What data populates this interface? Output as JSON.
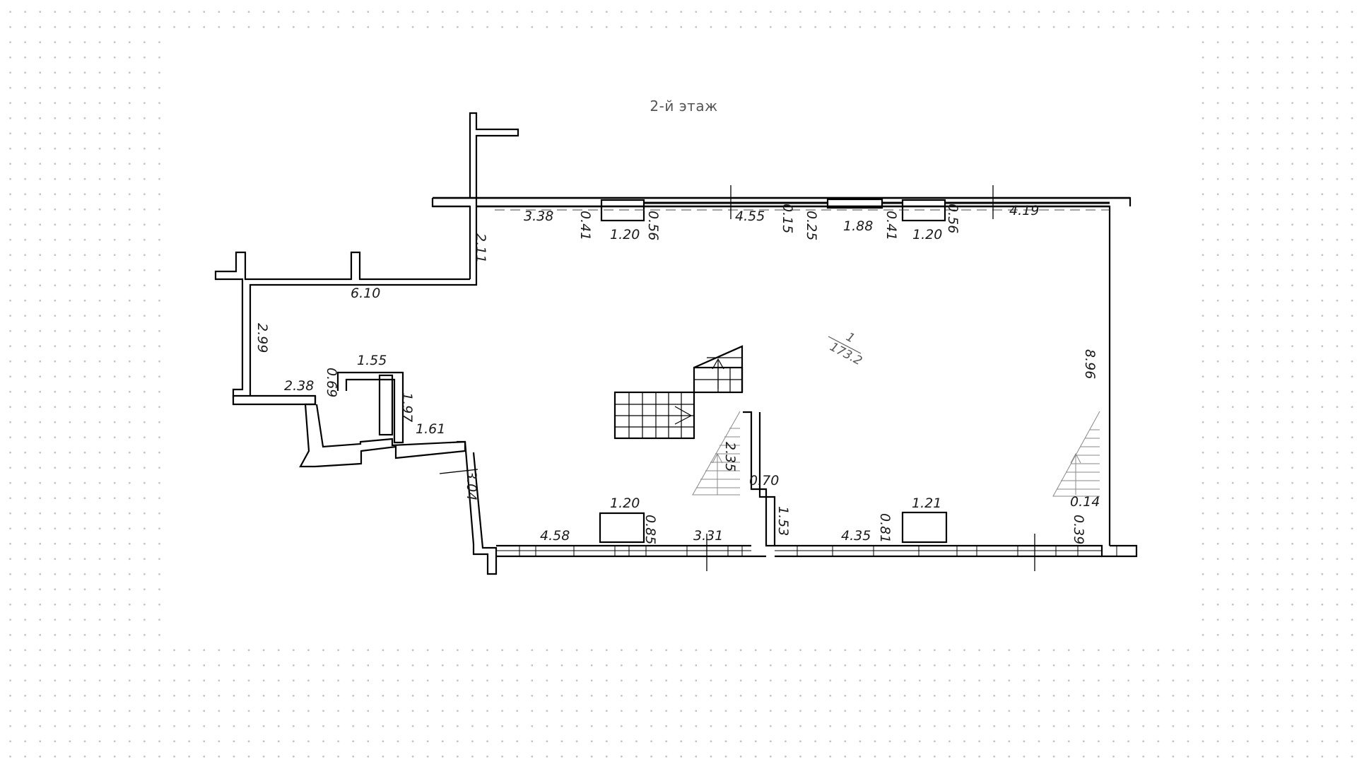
{
  "floor": {
    "title": "2-й этаж"
  },
  "room": {
    "number": "1",
    "area": "173.2"
  },
  "dimensions": {
    "d338": "3.38",
    "d041a": "0.41",
    "d120a": "1.20",
    "d056a": "0.56",
    "d455": "4.55",
    "d015": "0.15",
    "d025": "0.25",
    "d188": "1.88",
    "d041b": "0.41",
    "d120b": "1.20",
    "d056b": "0.56",
    "d419": "4.19",
    "d211": "2.11",
    "d610": "6.10",
    "d299": "2.99",
    "d155": "1.55",
    "d238": "2.38",
    "d069": "0.69",
    "d197": "1.97",
    "d161": "1.61",
    "d304": "3.04",
    "d235": "2.35",
    "d070": "0.70",
    "d153": "1.53",
    "d896": "8.96",
    "d014": "0.14",
    "d039": "0.39",
    "d120c": "1.20",
    "d085": "0.85",
    "d458": "4.58",
    "d331": "3.31",
    "d121": "1.21",
    "d081": "0.81",
    "d435": "4.35"
  },
  "colors": {
    "wall": "#000000",
    "hatch": "#888888",
    "text": "#1a1a1a",
    "dots": "#c4c4c4"
  }
}
